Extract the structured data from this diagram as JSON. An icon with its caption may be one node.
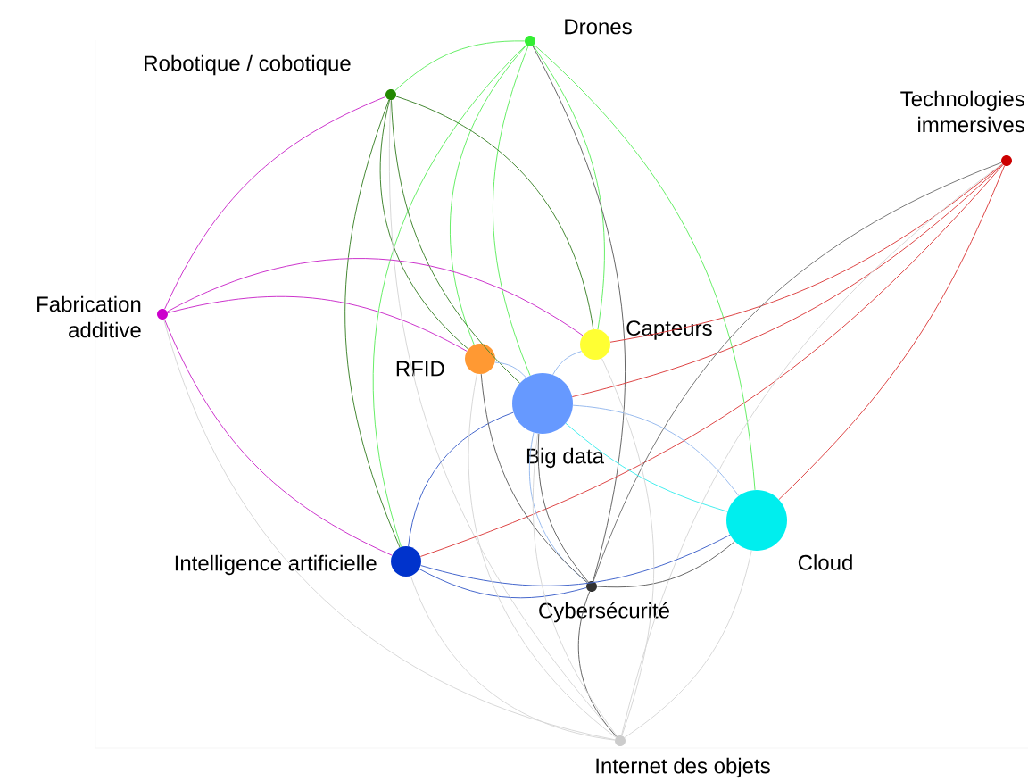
{
  "diagram": {
    "nodes": [
      {
        "text": [
          "Drones"
        ]
      },
      {
        "text": [
          "Robotique / cobotique"
        ]
      },
      {
        "text": [
          "Technologies immersives"
        ]
      },
      {
        "text": [
          "Fabrication additive"
        ]
      },
      {
        "text": [
          "Capteurs"
        ]
      },
      {
        "text": [
          "RFID"
        ]
      },
      {
        "text": [
          "Big data"
        ]
      },
      {
        "text": [
          "Intelligence artificielle"
        ]
      },
      {
        "text": [
          "Cloud"
        ]
      },
      {
        "text": [
          "Cybersécurité"
        ]
      },
      {
        "text": [
          "Internet des objets"
        ]
      }
    ],
    "edges": [
      {
        "from": 0,
        "to": 1,
        "arrow": "none",
        "color": "#66ee66"
      },
      {
        "from": 0,
        "to": 5,
        "arrow": "none",
        "color": "#66ee66"
      },
      {
        "from": 0,
        "to": 4,
        "arrow": "none",
        "color": "#66ee66"
      },
      {
        "from": 0,
        "to": 6,
        "arrow": "none",
        "color": "#66ee66"
      },
      {
        "from": 0,
        "to": 7,
        "arrow": "none",
        "color": "#66ee66"
      },
      {
        "from": 0,
        "to": 8,
        "arrow": "none",
        "color": "#66ee66"
      },
      {
        "from": 0,
        "to": 9,
        "arrow": "none",
        "color": "#666666"
      },
      {
        "from": 1,
        "to": 5,
        "arrow": "none",
        "color": "#448833"
      },
      {
        "from": 1,
        "to": 6,
        "arrow": "none",
        "color": "#448833"
      },
      {
        "from": 1,
        "to": 7,
        "arrow": "none",
        "color": "#448833"
      },
      {
        "from": 1,
        "to": 4,
        "arrow": "none",
        "color": "#448833"
      },
      {
        "from": 3,
        "to": 1,
        "arrow": "none",
        "color": "#cc33cc"
      },
      {
        "from": 1,
        "to": 10,
        "arrow": "none",
        "color": "#d8d8d8"
      },
      {
        "from": 3,
        "to": 4,
        "arrow": "none",
        "color": "#cc33cc"
      },
      {
        "from": 3,
        "to": 5,
        "arrow": "none",
        "color": "#cc33cc"
      },
      {
        "from": 3,
        "to": 7,
        "arrow": "none",
        "color": "#cc33cc"
      },
      {
        "from": 3,
        "to": 10,
        "arrow": "none",
        "color": "#d8d8d8"
      },
      {
        "from": 4,
        "to": 2,
        "arrow": "none",
        "color": "#dd4444"
      },
      {
        "from": 6,
        "to": 2,
        "arrow": "none",
        "color": "#dd4444"
      },
      {
        "from": 7,
        "to": 2,
        "arrow": "none",
        "color": "#dd4444"
      },
      {
        "from": 8,
        "to": 2,
        "arrow": "none",
        "color": "#dd4444"
      },
      {
        "from": 9,
        "to": 2,
        "arrow": "none",
        "color": "#777777"
      },
      {
        "from": 10,
        "to": 2,
        "arrow": "none",
        "color": "#d8d8d8"
      },
      {
        "from": 6,
        "to": 4,
        "arrow": "none",
        "color": "#99bbee"
      },
      {
        "from": 5,
        "to": 6,
        "arrow": "none",
        "color": "#99bbee"
      },
      {
        "from": 7,
        "to": 6,
        "arrow": "none",
        "color": "#4466cc"
      },
      {
        "from": 6,
        "to": 8,
        "arrow": "none",
        "color": "#99bbee"
      },
      {
        "from": 6,
        "to": 8,
        "arrow": "none",
        "color": "#44eeee"
      },
      {
        "from": 6,
        "to": 9,
        "arrow": "none",
        "color": "#99bbee"
      },
      {
        "from": 7,
        "to": 8,
        "arrow": "none",
        "color": "#4466cc"
      },
      {
        "from": 7,
        "to": 9,
        "arrow": "none",
        "color": "#4466cc"
      },
      {
        "from": 7,
        "to": 10,
        "arrow": "none",
        "color": "#d8d8d8"
      },
      {
        "from": 9,
        "to": 8,
        "arrow": "none",
        "color": "#666666"
      },
      {
        "from": 8,
        "to": 10,
        "arrow": "none",
        "color": "#d8d8d8"
      },
      {
        "from": 9,
        "to": 10,
        "arrow": "none",
        "color": "#666666"
      },
      {
        "from": 5,
        "to": 9,
        "arrow": "none",
        "color": "#666666"
      },
      {
        "from": 6,
        "to": 9,
        "arrow": "none",
        "color": "#666666"
      },
      {
        "from": 5,
        "to": 10,
        "arrow": "none",
        "color": "#d8d8d8"
      },
      {
        "from": 4,
        "to": 10,
        "arrow": "none",
        "color": "#d8d8d8"
      },
      {
        "from": 6,
        "to": 10,
        "arrow": "none",
        "color": "#d8d8d8"
      }
    ]
  }
}
